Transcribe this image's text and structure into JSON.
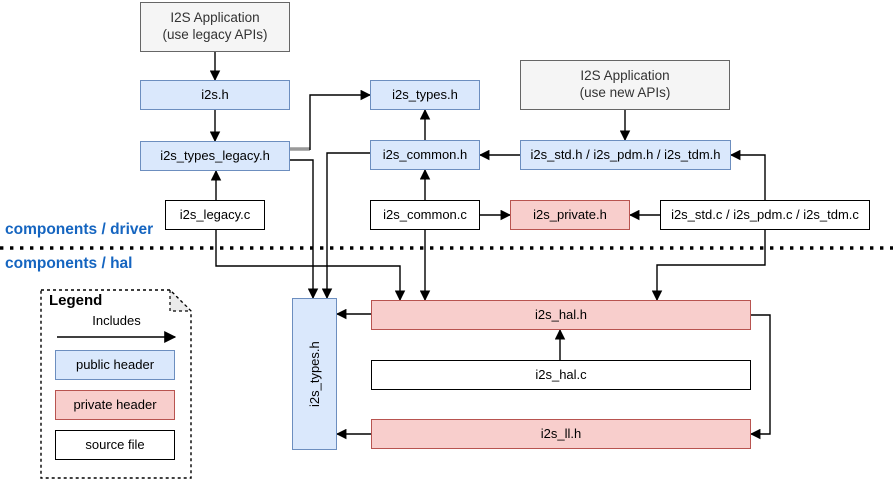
{
  "colors": {
    "public_header_fill": "#DAE8FC",
    "public_header_border": "#6C8EBF",
    "private_header_fill": "#F8CECC",
    "private_header_border": "#B85450",
    "app_fill": "#F5F5F5",
    "app_border": "#666666",
    "source_fill": "#FFFFFF",
    "source_border": "#000000",
    "section_label_color": "#1565C0",
    "connector_color": "#000000"
  },
  "sections": {
    "driver_label": "components / driver",
    "hal_label": "components / hal"
  },
  "nodes": {
    "app_legacy_line1": "I2S Application",
    "app_legacy_line2": "(use legacy APIs)",
    "i2s_h": "i2s.h",
    "i2s_types_legacy_h": "i2s_types_legacy.h",
    "i2s_legacy_c": "i2s_legacy.c",
    "i2s_types_h_driver": "i2s_types.h",
    "i2s_common_h": "i2s_common.h",
    "i2s_common_c": "i2s_common.c",
    "app_new_line1": "I2S Application",
    "app_new_line2": "(use new APIs)",
    "i2s_std_pdm_tdm_h": "i2s_std.h / i2s_pdm.h / i2s_tdm.h",
    "i2s_private_h": "i2s_private.h",
    "i2s_std_pdm_tdm_c": "i2s_std.c / i2s_pdm.c / i2s_tdm.c",
    "i2s_types_h_hal": "i2s_types.h",
    "i2s_hal_h": "i2s_hal.h",
    "i2s_hal_c": "i2s_hal.c",
    "i2s_ll_h": "i2s_ll.h"
  },
  "legend": {
    "title": "Legend",
    "includes_label": "Includes",
    "public_header": "public header",
    "private_header": "private header",
    "source_file": "source file"
  }
}
